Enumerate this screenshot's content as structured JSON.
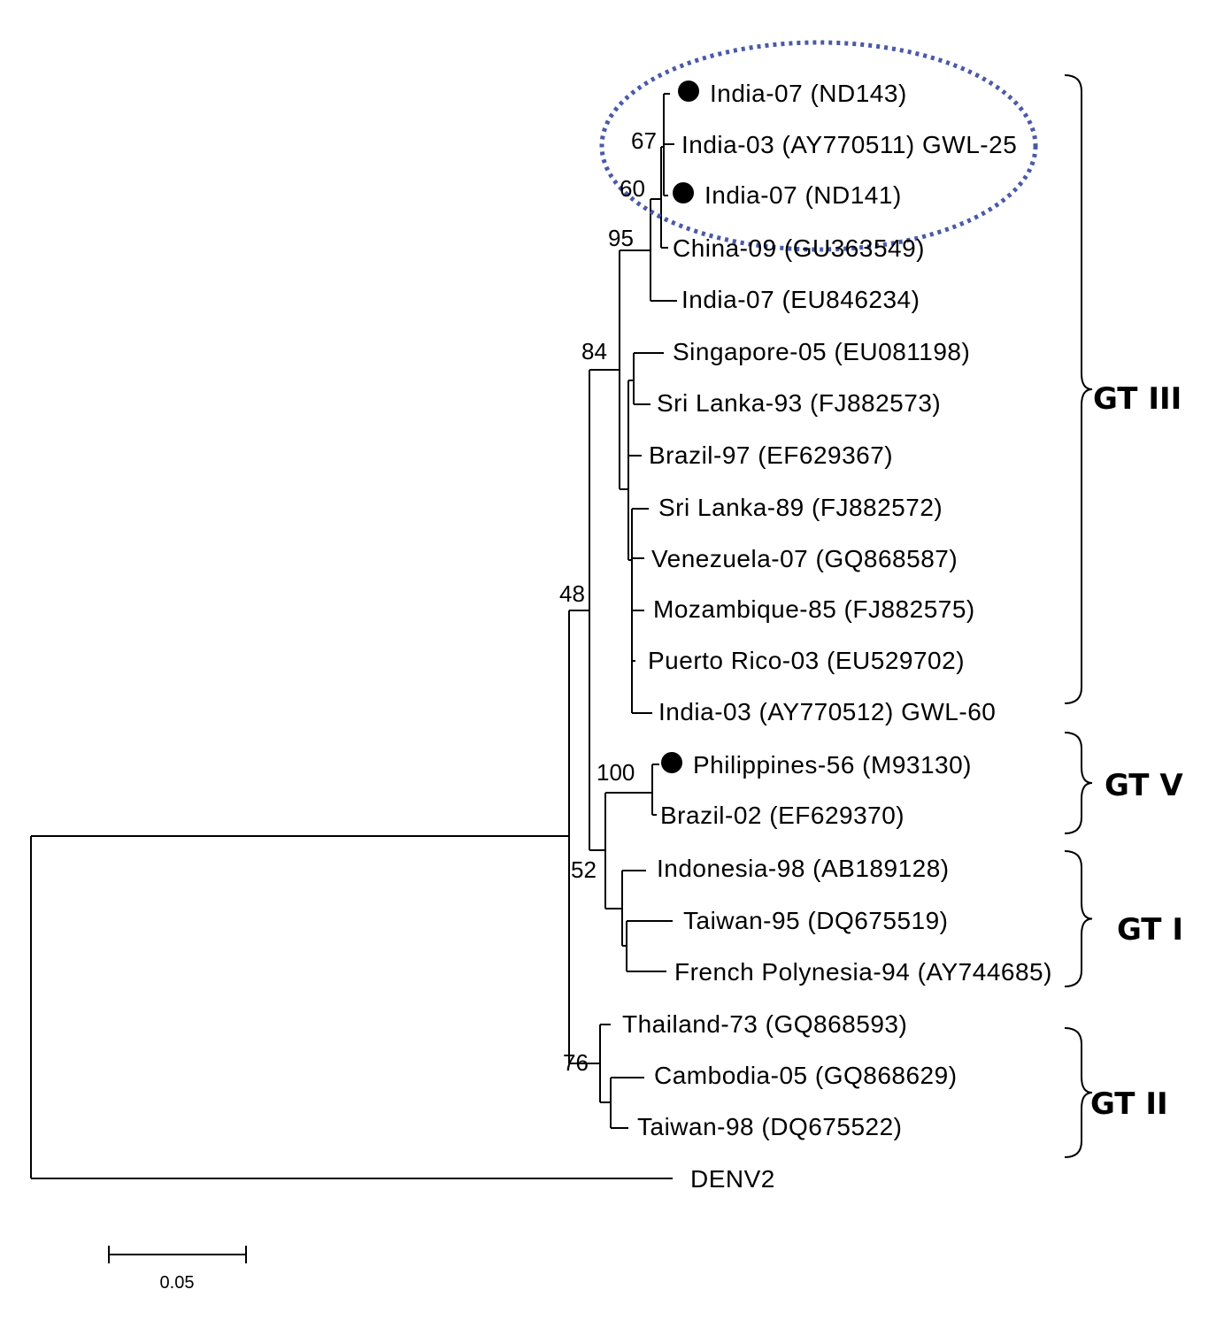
{
  "leaves": [
    {
      "label": "India-07  (ND143)",
      "marker": true
    },
    {
      "label": "India-03 (AY770511) GWL-25",
      "marker": false
    },
    {
      "label": "India-07 (ND141)",
      "marker": true
    },
    {
      "label": "China-09 (GU363549)",
      "marker": false
    },
    {
      "label": "India-07 (EU846234)",
      "marker": false
    },
    {
      "label": "Singapore-05 (EU081198)",
      "marker": false
    },
    {
      "label": "Sri Lanka-93 (FJ882573)",
      "marker": false
    },
    {
      "label": "Brazil-97 (EF629367)",
      "marker": false
    },
    {
      "label": "Sri Lanka-89 (FJ882572)",
      "marker": false
    },
    {
      "label": "Venezuela-07 (GQ868587)",
      "marker": false
    },
    {
      "label": "Mozambique-85 (FJ882575)",
      "marker": false
    },
    {
      "label": "Puerto Rico-03 (EU529702)",
      "marker": false
    },
    {
      "label": "India-03 (AY770512) GWL-60",
      "marker": false
    },
    {
      "label": "Philippines-56 (M93130)",
      "marker": true
    },
    {
      "label": "Brazil-02 (EF629370)",
      "marker": false
    },
    {
      "label": "Indonesia-98 (AB189128)",
      "marker": false
    },
    {
      "label": "Taiwan-95 (DQ675519)",
      "marker": false
    },
    {
      "label": "French Polynesia-94 (AY744685)",
      "marker": false
    },
    {
      "label": "Thailand-73 (GQ868593)",
      "marker": false
    },
    {
      "label": "Cambodia-05 (GQ868629)",
      "marker": false
    },
    {
      "label": "Taiwan-98 (DQ675522)",
      "marker": false
    },
    {
      "label": "DENV2",
      "marker": false
    }
  ],
  "bootstrap": [
    "67",
    "60",
    "95",
    "84",
    "48",
    "100",
    "52",
    "76"
  ],
  "clades": [
    "GT III",
    "GT V",
    "GT I",
    "GT II"
  ],
  "scale_bar": {
    "label": "0.05",
    "value": 0.05
  },
  "colors": {
    "highlight_ellipse": "#4a5aa8",
    "lines": "#000000"
  }
}
